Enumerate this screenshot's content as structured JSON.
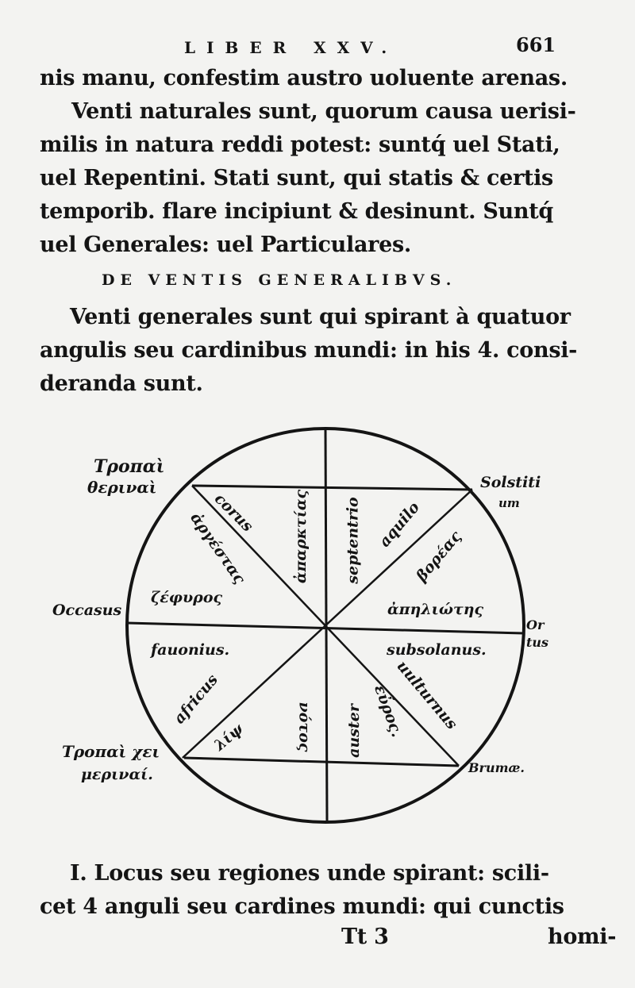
{
  "header": {
    "running_title": "LIBER XXV.",
    "page_number": "661"
  },
  "paragraph1": [
    "nis manu, confestim austro uoluente arenas.",
    "Venti naturales sunt, quorum causa uerisi-",
    "milis in natura reddi potest: suntq́ uel Stati,",
    "uel Repentini. Stati sunt, qui statis & certis",
    "temporib. flare incipiunt & desinunt. Suntq́",
    "uel Generales: uel Particulares."
  ],
  "section_heading": "DE VENTIS GENERALIBVS.",
  "paragraph2": [
    "Venti generales sunt qui spirant à quatuor",
    "angulis seu cardinibus mundi: in his 4. consi-",
    "deranda sunt."
  ],
  "diagram": {
    "outer_labels": {
      "top_left": [
        "Τροπαὶ",
        "θεριναὶ"
      ],
      "top_right": [
        "Solstiti",
        "um"
      ],
      "left": "Occasus",
      "right": [
        "Or",
        "tus"
      ],
      "bottom_left": [
        "Τροπαὶ χει",
        "μεριναί."
      ],
      "bottom_right": "Brumæ."
    },
    "inner_labels": {
      "corus": "corus",
      "argestes": "ἀργέστας",
      "aparctias": "ἀπαρκτίας",
      "septentrio": "septentrio",
      "aquilo": "aquilo",
      "boreas": "βορέας",
      "zephyros": "ζέφυρος",
      "apeliotes": "ἀπηλιώτης",
      "fauonius": "fauonius.",
      "subsolanus": "subsolanus.",
      "africus": "africus",
      "vulturnus": "uulturnus",
      "lips": "λίψ",
      "notos": "νότος",
      "auster": "auster",
      "euros": "εὖρος."
    }
  },
  "paragraph3": [
    "I. Locus seu regiones unde spirant: scili-",
    "cet 4 anguli seu cardines mundi: qui cunctis"
  ],
  "footer": {
    "signature": "Tt 3",
    "catchword": "homi-"
  }
}
